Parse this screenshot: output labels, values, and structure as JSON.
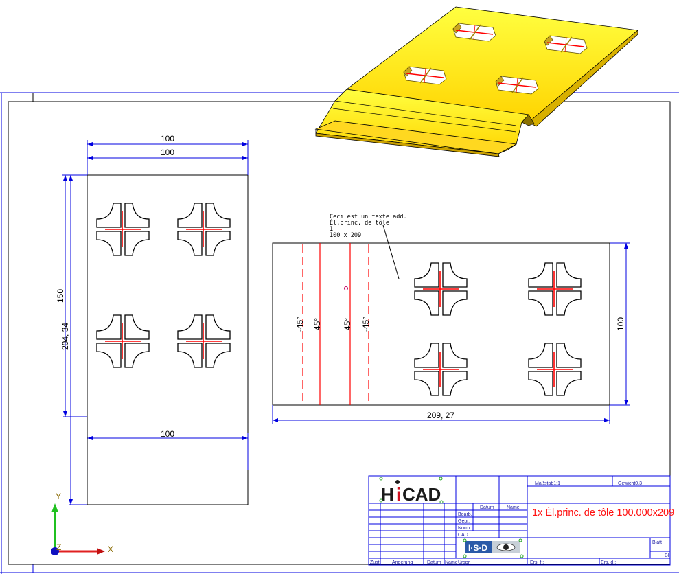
{
  "left_view": {
    "dim_top_outer": "100",
    "dim_top_inner": "100",
    "dim_left_150": "150",
    "dim_left_total": "204, 34",
    "dim_bottom": "100"
  },
  "right_view": {
    "note_lines": [
      "Ceci est un texte add.",
      "Él.princ. de tôle",
      "1",
      "100 x 209"
    ],
    "bend_labels": [
      "-45°",
      "45°",
      "45°",
      "-45°"
    ],
    "dim_height": "100",
    "dim_width": "209, 27"
  },
  "axes": {
    "x": "X",
    "y": "Y",
    "z": "Z"
  },
  "title_block": {
    "logo_hicad": "HiCAD",
    "logo_isd": "I·S·D",
    "scale_label": "Maßstab1:1",
    "weight_label": "Gewicht0.3",
    "col_datum": "Datum",
    "col_name": "Name",
    "row_bearb": "Bearb.",
    "row_gepr": "Gepr.",
    "row_norm": "Norm",
    "row_cad": "CAD",
    "title": "1x Él.princ. de tôle 100.000x209",
    "blatt": "Blatt",
    "bl": "Bl",
    "footer": [
      "Zust",
      "Änderung",
      "Datum",
      "Name",
      "Urspr.",
      "Ers. f.:",
      "Ers. d.:"
    ]
  },
  "colors": {
    "frame": "#0000e0",
    "bend": "#ff0000",
    "part": "#ffe820",
    "title": "#ff1010"
  }
}
